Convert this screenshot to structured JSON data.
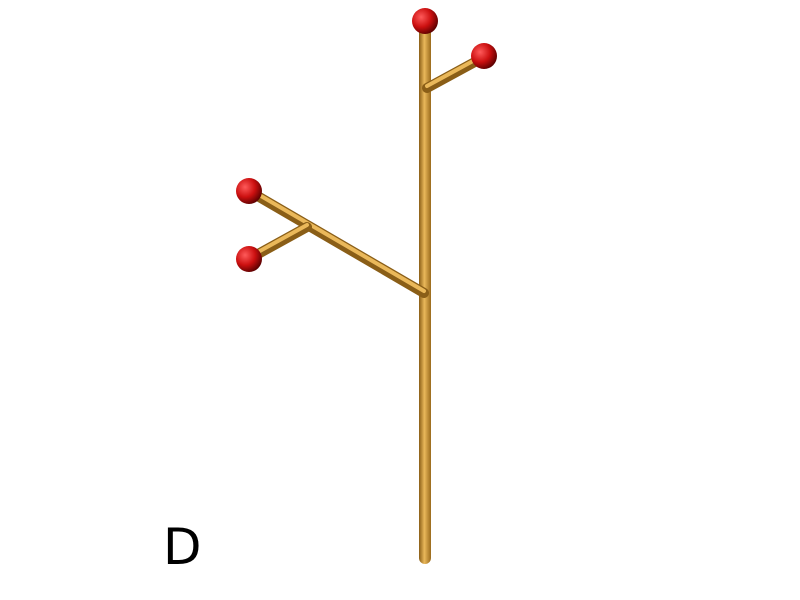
{
  "diagram": {
    "panel_label": "D",
    "colors": {
      "stem": "#c8912f",
      "stem_highlight": "#eab85a",
      "stem_shadow": "#8a5e17",
      "bud": "#cc1010",
      "bud_highlight": "#ff5a5a",
      "bud_shadow": "#5a0000"
    },
    "stem_count": 5,
    "bud_count": 4
  }
}
